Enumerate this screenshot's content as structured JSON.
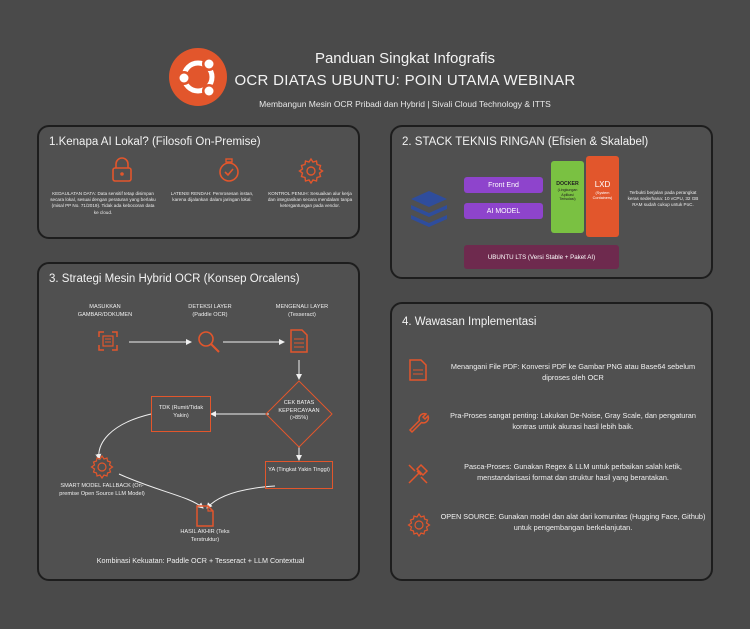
{
  "header": {
    "title": "Panduan Singkat Infografis",
    "main_title": "OCR DIATAS UBUNTU: POIN UTAMA WEBINAR",
    "subtitle": "Membangun Mesin OCR Pribadi dan Hybrid | Sivali Cloud Technology & ITTS"
  },
  "colors": {
    "background": "#4a4a4a",
    "accent_orange": "#e2562c",
    "purple": "#8e44cc",
    "green": "#7ac142",
    "ubuntu_bar": "#6e2a4e"
  },
  "section1": {
    "title": "1.Kenapa AI Lokal? (Filosofi On-Premise)",
    "items": [
      {
        "icon": "lock-icon",
        "text": "KEDAULATAN DATA: Data sensitif tetap disimpan secara lokal, sesuai dengan peraturan yang berlaku (misal PP No. 71/2019). Tidak ada kebocoran data ke cloud."
      },
      {
        "icon": "stopwatch-icon",
        "text": "LATENSI RENDAH: Pemrosesan instan, karena dijalankan dalam jaringan lokal."
      },
      {
        "icon": "gear-icon",
        "text": "KONTROL PENUH: Sesuaikan alur kerja dan integrasikan secara mendalam tanpa ketergantungan pada vendor."
      }
    ]
  },
  "section2": {
    "title": "2. STACK TEKNIS RINGAN (Efisien & Skalabel)",
    "front_end": "Front End",
    "ai_model": "AI MODEL",
    "docker_title": "DOCKER",
    "docker_sub": "(Lingkungan Aplikasi Terisolasi)",
    "lxd_title": "LXD",
    "lxd_sub": "(System Containers)",
    "ubuntu": "UBUNTU LTS (Versi Stable + Paket AI)",
    "note": "Terbukti berjalan pada perangkat keras sederhana: 10 vCPU, 32 GB RAM sudah cukup untuk PoC."
  },
  "section3": {
    "title": "3. Strategi Mesin Hybrid OCR (Konsep Orcalens)",
    "input_label": "MASUKKAN GAMBAR/DOKUMEN",
    "detect_label": "DETEKSI LAYER (Paddle OCR)",
    "recognize_label": "MENGENALI LAYER (Tesseract)",
    "decision_label": "CEK BATAS KEPERCAYAAN (>85%)",
    "no_label": "TDK (Rumit/Tidak Yakin)",
    "yes_label": "YA (Tingkat Yakin Tinggi)",
    "fallback_label": "SMART MODEL FALLBACK (On-premise Open Source LLM Model)",
    "output_label": "HASIL AKHIR (Teks Terstruktur)",
    "summary": "Kombinasi Kekuatan: Paddle OCR + Tesseract + LLM Contextual"
  },
  "section4": {
    "title": "4. Wawasan Implementasi",
    "items": [
      {
        "icon": "pdf-file-icon",
        "text": "Menangani File PDF: Konversi PDF ke Gambar PNG atau Base64 sebelum diproses oleh OCR"
      },
      {
        "icon": "wrench-icon",
        "text": "Pra-Proses sangat penting: Lakukan De-Noise, Gray Scale, dan pengaturan kontras untuk akurasi hasil lebih baik."
      },
      {
        "icon": "tools-icon",
        "text": "Pasca-Proses: Gunakan Regex & LLM untuk perbaikan salah ketik, menstandarisasi format dan struktur hasil yang berantakan."
      },
      {
        "icon": "opensource-gear-icon",
        "text": "OPEN SOURCE: Gunakan model dan alat dari komunitas (Hugging Face, Github) untuk pengembangan berkelanjutan."
      }
    ]
  }
}
